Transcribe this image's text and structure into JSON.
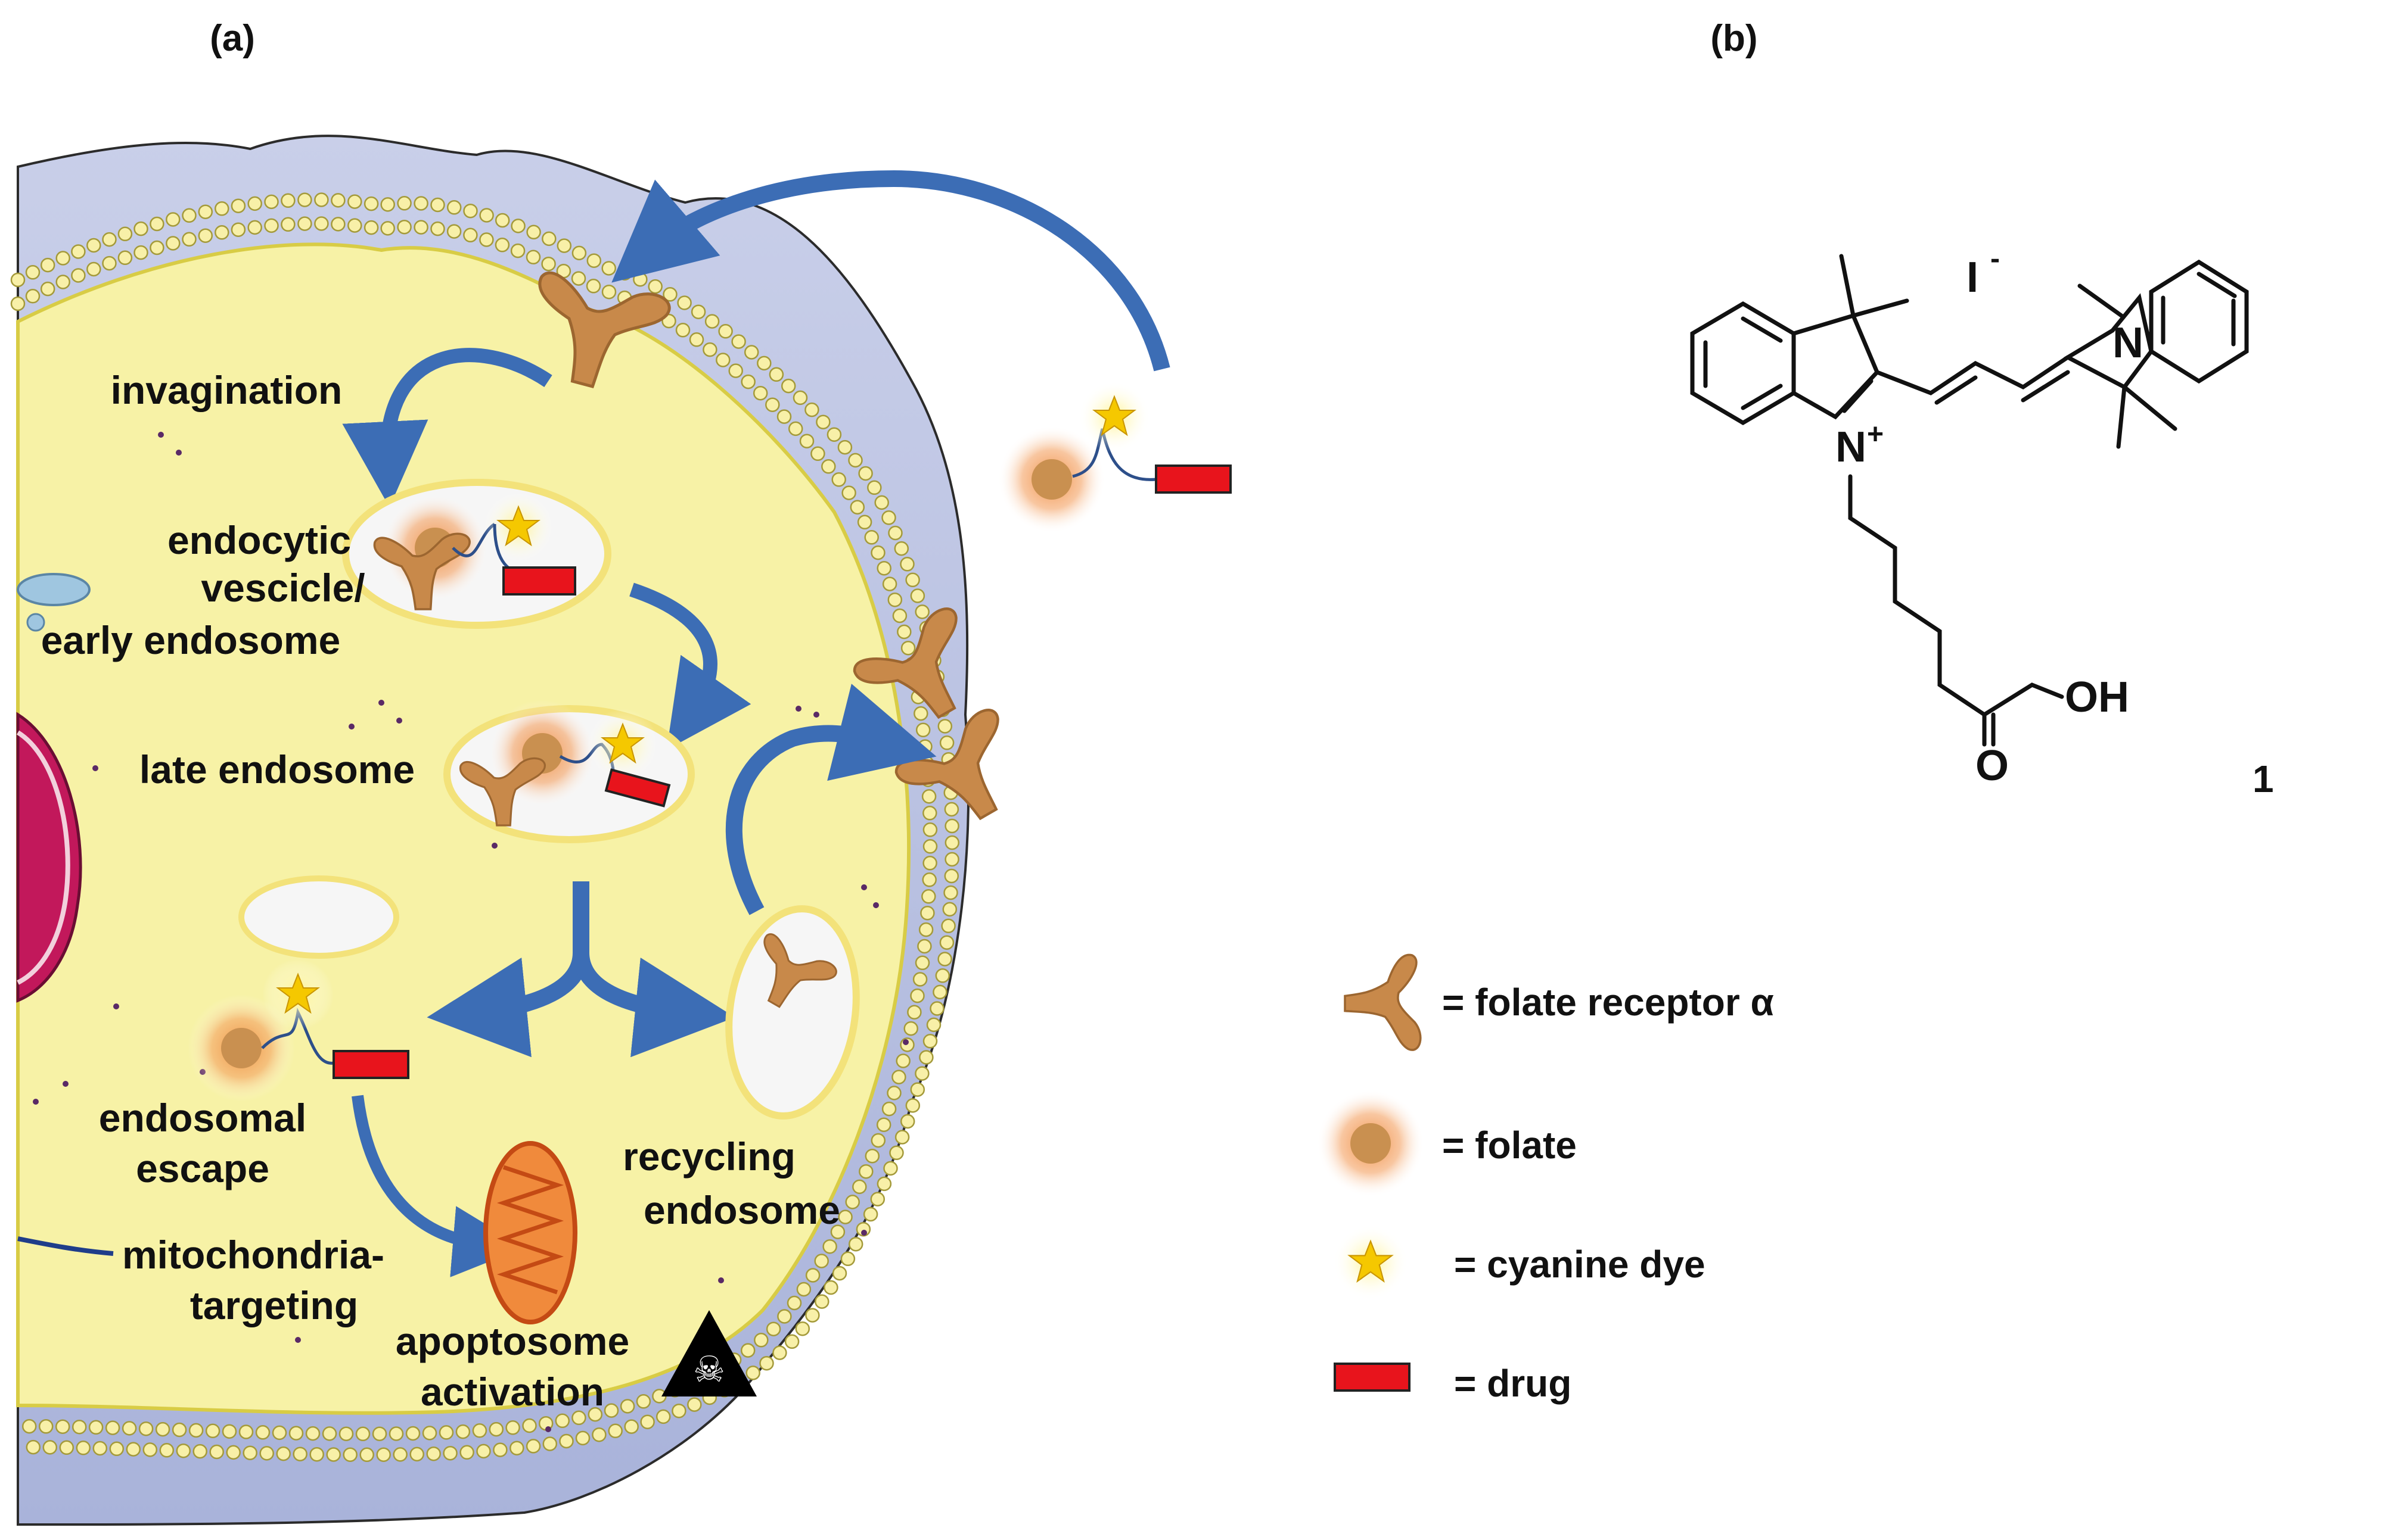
{
  "panels": {
    "a": "(a)",
    "b": "(b)"
  },
  "cell_labels": {
    "invagination": "invagination",
    "endocytic_1": "endocytic",
    "endocytic_2": "vescicle/",
    "endocytic_3": "early endosome",
    "late_endosome": "late endosome",
    "endosomal_1": "endosomal",
    "endosomal_2": "escape",
    "mito_1": "mitochondria-",
    "mito_2": "targeting",
    "apopt_1": "apoptosome",
    "apopt_2": "activation",
    "recycling_1": "recycling",
    "recycling_2": "endosome"
  },
  "legend": [
    {
      "symbol": "folate-receptor",
      "text": "= folate receptor α"
    },
    {
      "symbol": "folate",
      "text": "= folate"
    },
    {
      "symbol": "cyanine-dye",
      "text": "= cyanine dye"
    },
    {
      "symbol": "drug",
      "text": "= drug"
    }
  ],
  "structure": {
    "counterion": "I",
    "counterion_charge": "-",
    "n_left": "N",
    "n_left_charge": "+",
    "n_right": "N",
    "acid": "OH",
    "carbonyl": "O",
    "compound_number": "1"
  },
  "colors": {
    "membrane": "#b3bde0",
    "cytoplasm": "#f7f2a6",
    "receptor": "#c8894a",
    "folate": "#c99050",
    "folate_glow": "#f4a162",
    "dye_star": "#f5c800",
    "drug": "#e8141c",
    "arrow": "#3c6db5",
    "nucleus": "#c2185b"
  }
}
